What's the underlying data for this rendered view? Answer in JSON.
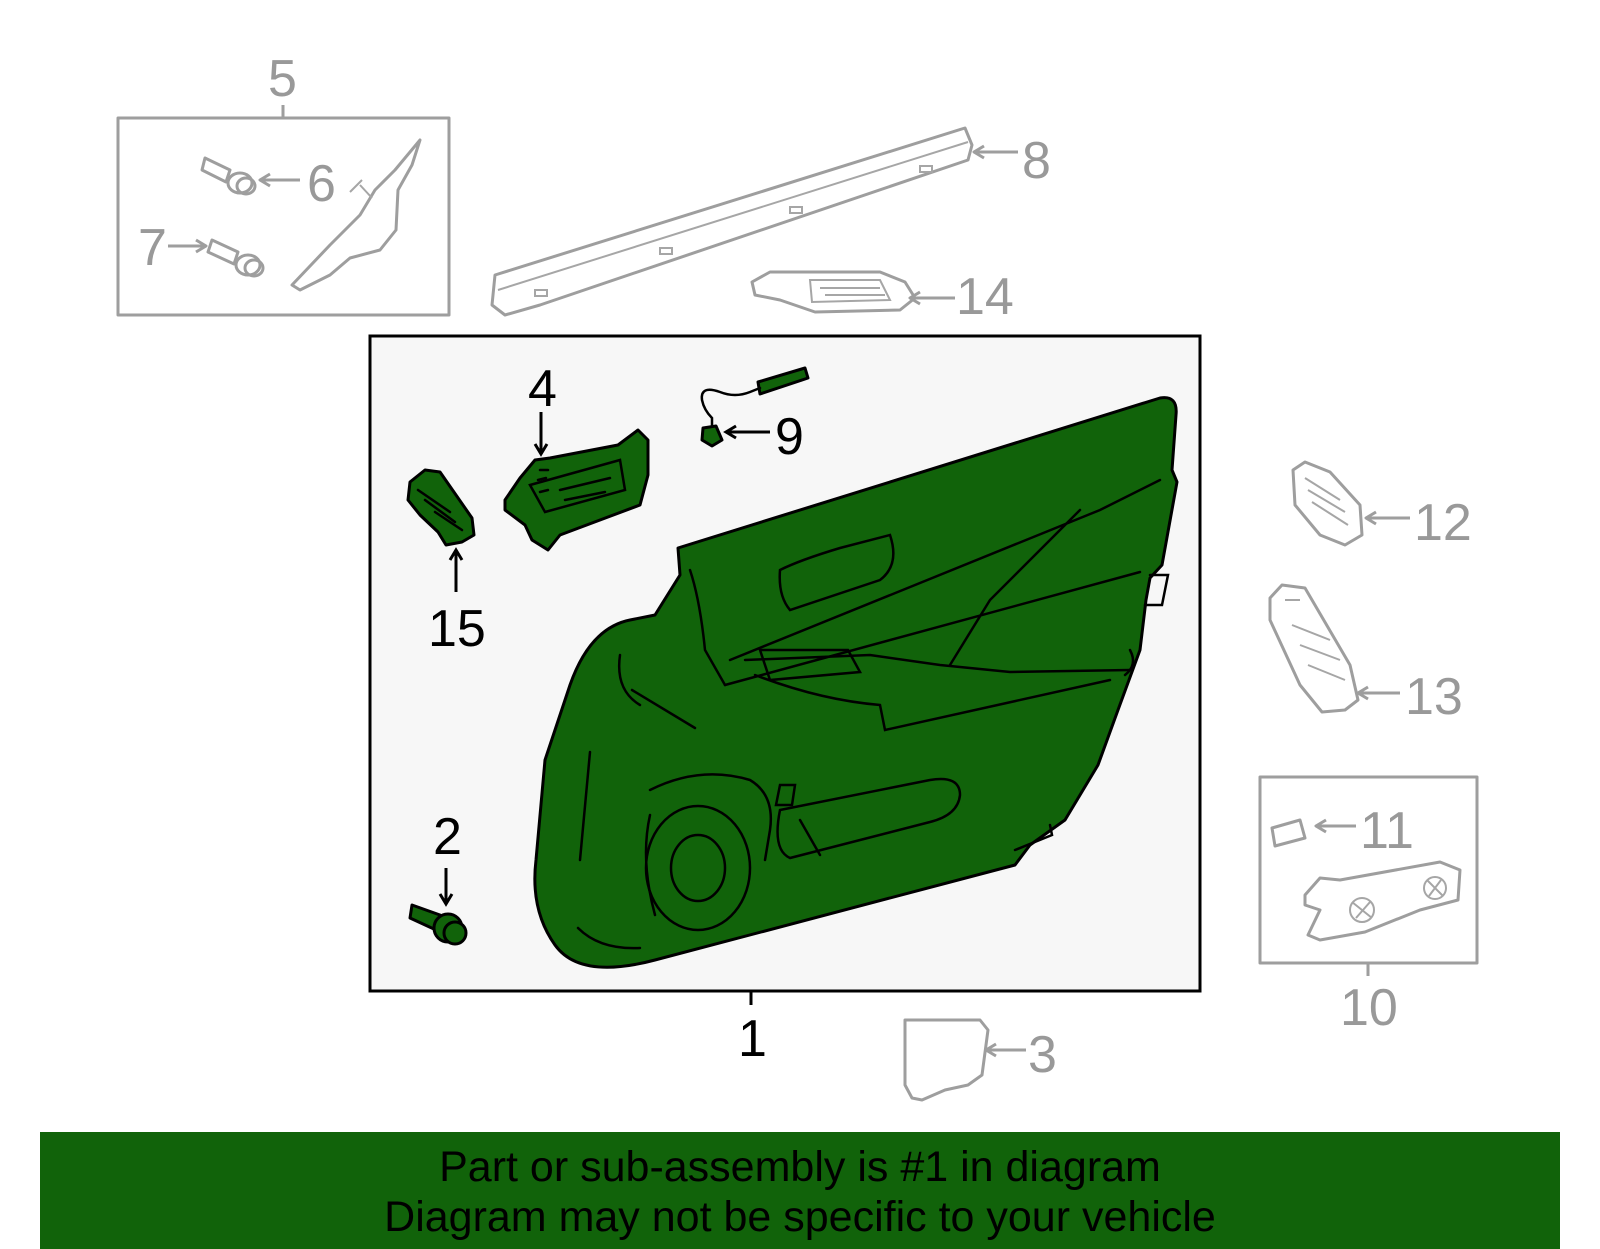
{
  "diagram": {
    "callouts": {
      "c1": "1",
      "c2": "2",
      "c3": "3",
      "c4": "4",
      "c5": "5",
      "c6": "6",
      "c7": "7",
      "c8": "8",
      "c9": "9",
      "c10": "10",
      "c11": "11",
      "c12": "12",
      "c13": "13",
      "c14": "14",
      "c15": "15"
    },
    "highlighted_part": "1",
    "colors": {
      "highlight_fill": "#11630a",
      "inactive_stroke": "#9e9e9e",
      "active_stroke": "#000000",
      "panel_background": "#f7f7f7"
    }
  },
  "banner": {
    "line1": "Part or sub-assembly is #1 in diagram",
    "line2": "Diagram may not be specific to your vehicle"
  }
}
